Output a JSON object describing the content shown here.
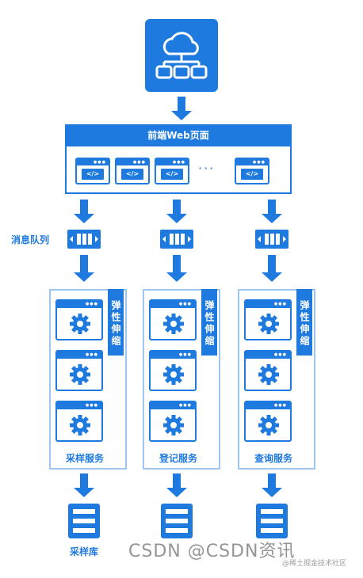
{
  "diagram": {
    "frontend_title": "前端Web页面",
    "code_tag": "</>",
    "ellipsis": "···",
    "message_queue_label": "消息队列",
    "elastic_label": "弹性伸缩",
    "services": [
      {
        "label": "采样服务",
        "db_label": "采样库"
      },
      {
        "label": "登记服务",
        "db_label": ""
      },
      {
        "label": "查询服务",
        "db_label": ""
      }
    ]
  },
  "watermark": {
    "text": "CSDN @CSDN资讯",
    "sub": "@稀土掘金技术社区"
  },
  "colors": {
    "primary": "#1f7ae0",
    "frame_light": "#9fc6f2"
  }
}
